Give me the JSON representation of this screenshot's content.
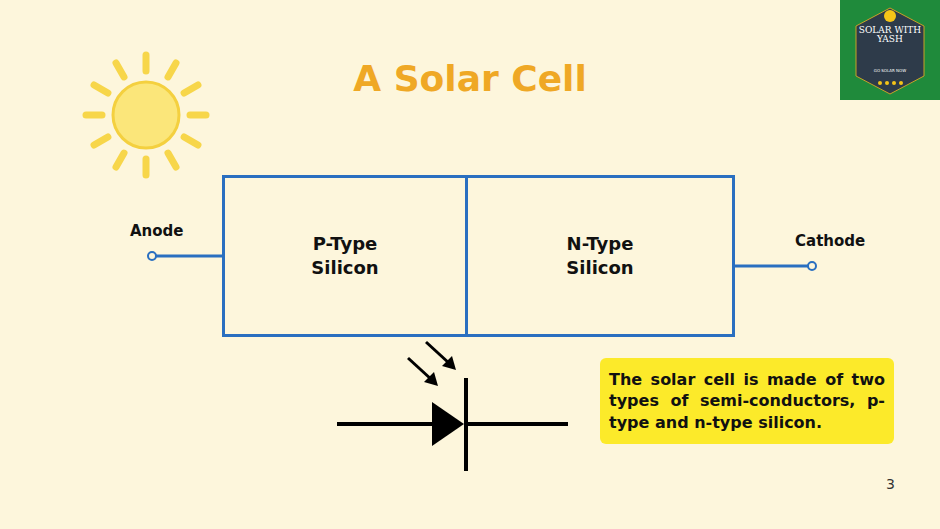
{
  "diagram": {
    "title": "A Solar Cell",
    "nodes": [
      {
        "text": [
          "P-Type Silicon"
        ]
      },
      {
        "text": [
          "N-Type Silicon"
        ]
      },
      {
        "text": [
          "The solar cell is made of two types of semi-conductors, p-type and n-type silicon."
        ]
      }
    ],
    "labels": [
      "Anode",
      "Cathode",
      "3",
      "SOLAR WITH YASH",
      "GO SOLAR NOW"
    ]
  }
}
